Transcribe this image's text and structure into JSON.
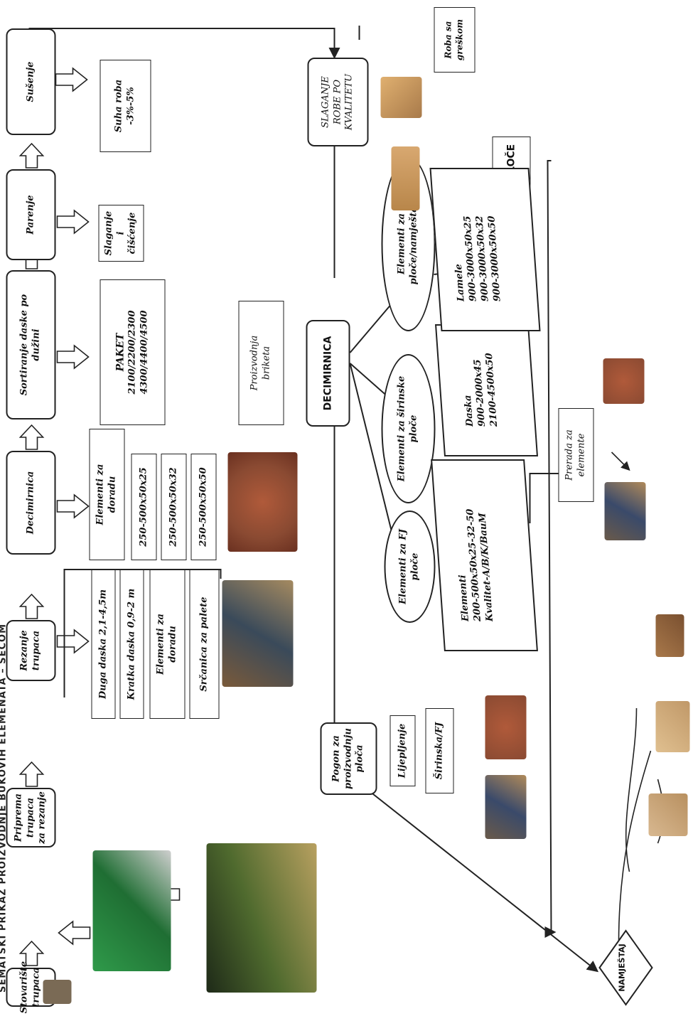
{
  "header": {
    "title": "ŠEMATSKI PRIKAZ PROIZVODNJE BUKOVIH ELEMENATA – SECOM"
  },
  "top_flow": {
    "stovariste": "Stovarište trupaca",
    "priprema": "Priprema trupaca\nza rezanje",
    "rezanje": "Rezanje trupaca",
    "decimirnica": "Decimirnica",
    "sortiranje": "Sortiranje daske po\ndužini",
    "parenje": "Parenje",
    "susenje": "Sušenje"
  },
  "rezanje_outputs": [
    "Duga daska 2,1-4,5m",
    "Kratka daska 0,9-2 m",
    "Elementi za\ndoradu",
    "Srčanica za palete"
  ],
  "decimirnica_outputs": {
    "header": "Elementi za\ndoradu",
    "sizes": [
      "250-500x50x25",
      "250-500x50x32",
      "250-500x50x50"
    ]
  },
  "paket": {
    "title": "PAKET",
    "line1": "2100/2200/2300",
    "line2": "4300/4400/4500"
  },
  "parenje_output": "Slaganje i\nčišćenje",
  "susenje_output": "Suha roba\n-3%-5%",
  "briketi": "Proizvodnja\nbriketa",
  "slaganje": "SLAGANJE\nROBE PO\nKVALITETU",
  "roba_greska": "Roba sa\ngreškom",
  "ploce": "PLOČE",
  "decimirnica_center": "DECIMIRNICA",
  "ellipses": [
    "Elementi za FJ\nploče",
    "Elementi za širinske\nploče",
    "Elementi za\nploče/namještaj"
  ],
  "parallelograms": [
    "Elementi\n200-500x50x25-32-50\nKvalitet-A/B/K/BauM",
    "Daska\n900-2000x45\n2100-4500x50",
    "Lamele\n900-3000x50x25\n900-3000x50x32\n900-3000x50x50"
  ],
  "prerada": "Prerada za\nelemente",
  "pogon": "Pogon za\nproizvodnju\nploča",
  "lijepljenje": "Lijepljenje",
  "sirinska": "Širinska/FJ",
  "namjestaj": "NAMJEŠTAJ",
  "colors": {
    "line": "#222222",
    "chips": "#8a4a32",
    "wood": "#c9a06a",
    "forest": "#4f6a2e",
    "machine": "#2f9a4a"
  }
}
